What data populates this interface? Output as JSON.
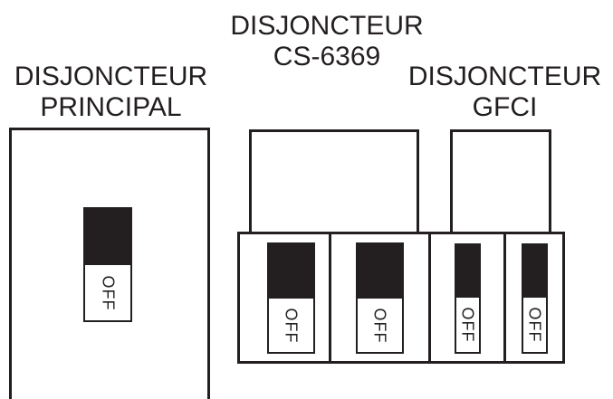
{
  "labels": {
    "cs": [
      "DISJONCTEUR",
      "CS-6369"
    ],
    "main": [
      "DISJONCTEUR",
      "PRINCIPAL"
    ],
    "gfci": [
      "DISJONCTEUR",
      "GFCI"
    ]
  },
  "switch_state_text": "OFF",
  "colors": {
    "ink": "#231f20",
    "background": "#ffffff"
  }
}
